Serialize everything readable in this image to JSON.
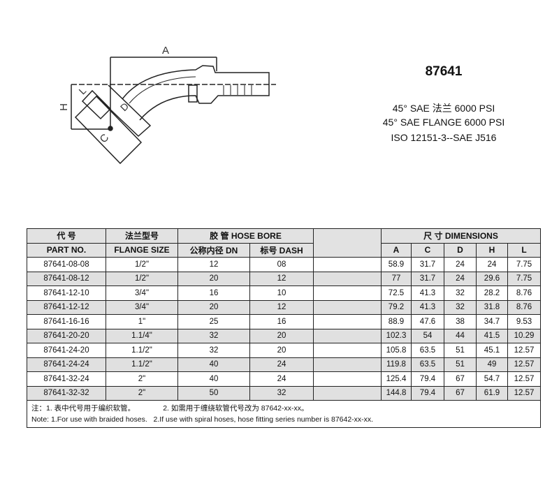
{
  "product": {
    "part_number": "87641",
    "line1": "45°  SAE 法兰 6000 PSI",
    "line2": "45°  SAE FLANGE 6000 PSI",
    "line3": "ISO 12151-3--SAE J516"
  },
  "drawing_labels": {
    "a": "A",
    "c": "C",
    "d": "D",
    "h": "H",
    "l": "L"
  },
  "table": {
    "h_part_cn": "代 号",
    "h_part_en": "PART NO.",
    "h_flange_cn": "法兰型号",
    "h_flange_en": "FLANGE  SIZE",
    "h_bore": "胶 管 HOSE BORE",
    "h_dn": "公称内径 DN",
    "h_dash": "标号 DASH",
    "h_dims": "尺 寸 DIMENSIONS",
    "h_a": "A",
    "h_c": "C",
    "h_d": "D",
    "h_h": "H",
    "h_l": "L",
    "rows": [
      [
        "87641-08-08",
        "1/2\"",
        "12",
        "08",
        "58.9",
        "31.7",
        "24",
        "24",
        "7.75"
      ],
      [
        "87641-08-12",
        "1/2\"",
        "20",
        "12",
        "77",
        "31.7",
        "24",
        "29.6",
        "7.75"
      ],
      [
        "87641-12-10",
        "3/4\"",
        "16",
        "10",
        "72.5",
        "41.3",
        "32",
        "28.2",
        "8.76"
      ],
      [
        "87641-12-12",
        "3/4\"",
        "20",
        "12",
        "79.2",
        "41.3",
        "32",
        "31.8",
        "8.76"
      ],
      [
        "87641-16-16",
        "1\"",
        "25",
        "16",
        "88.9",
        "47.6",
        "38",
        "34.7",
        "9.53"
      ],
      [
        "87641-20-20",
        "1.1/4\"",
        "32",
        "20",
        "102.3",
        "54",
        "44",
        "41.5",
        "10.29"
      ],
      [
        "87641-24-20",
        "1.1/2\"",
        "32",
        "20",
        "105.8",
        "63.5",
        "51",
        "45.1",
        "12.57"
      ],
      [
        "87641-24-24",
        "1.1/2\"",
        "40",
        "24",
        "119.8",
        "63.5",
        "51",
        "49",
        "12.57"
      ],
      [
        "87641-32-24",
        "2\"",
        "40",
        "24",
        "125.4",
        "79.4",
        "67",
        "54.7",
        "12.57"
      ],
      [
        "87641-32-32",
        "2\"",
        "50",
        "32",
        "144.8",
        "79.4",
        "67",
        "61.9",
        "12.57"
      ]
    ],
    "note_cn_1": "注：1. 表中代号用于编织软管。",
    "note_cn_2": "2. 如需用于缠绕软管代号改为 87642-xx-xx。",
    "note_en_1": "Note: 1.For use with braided hoses.",
    "note_en_2": "2.If use with spiral hoses, hose fitting series number is 87642-xx-xx."
  }
}
